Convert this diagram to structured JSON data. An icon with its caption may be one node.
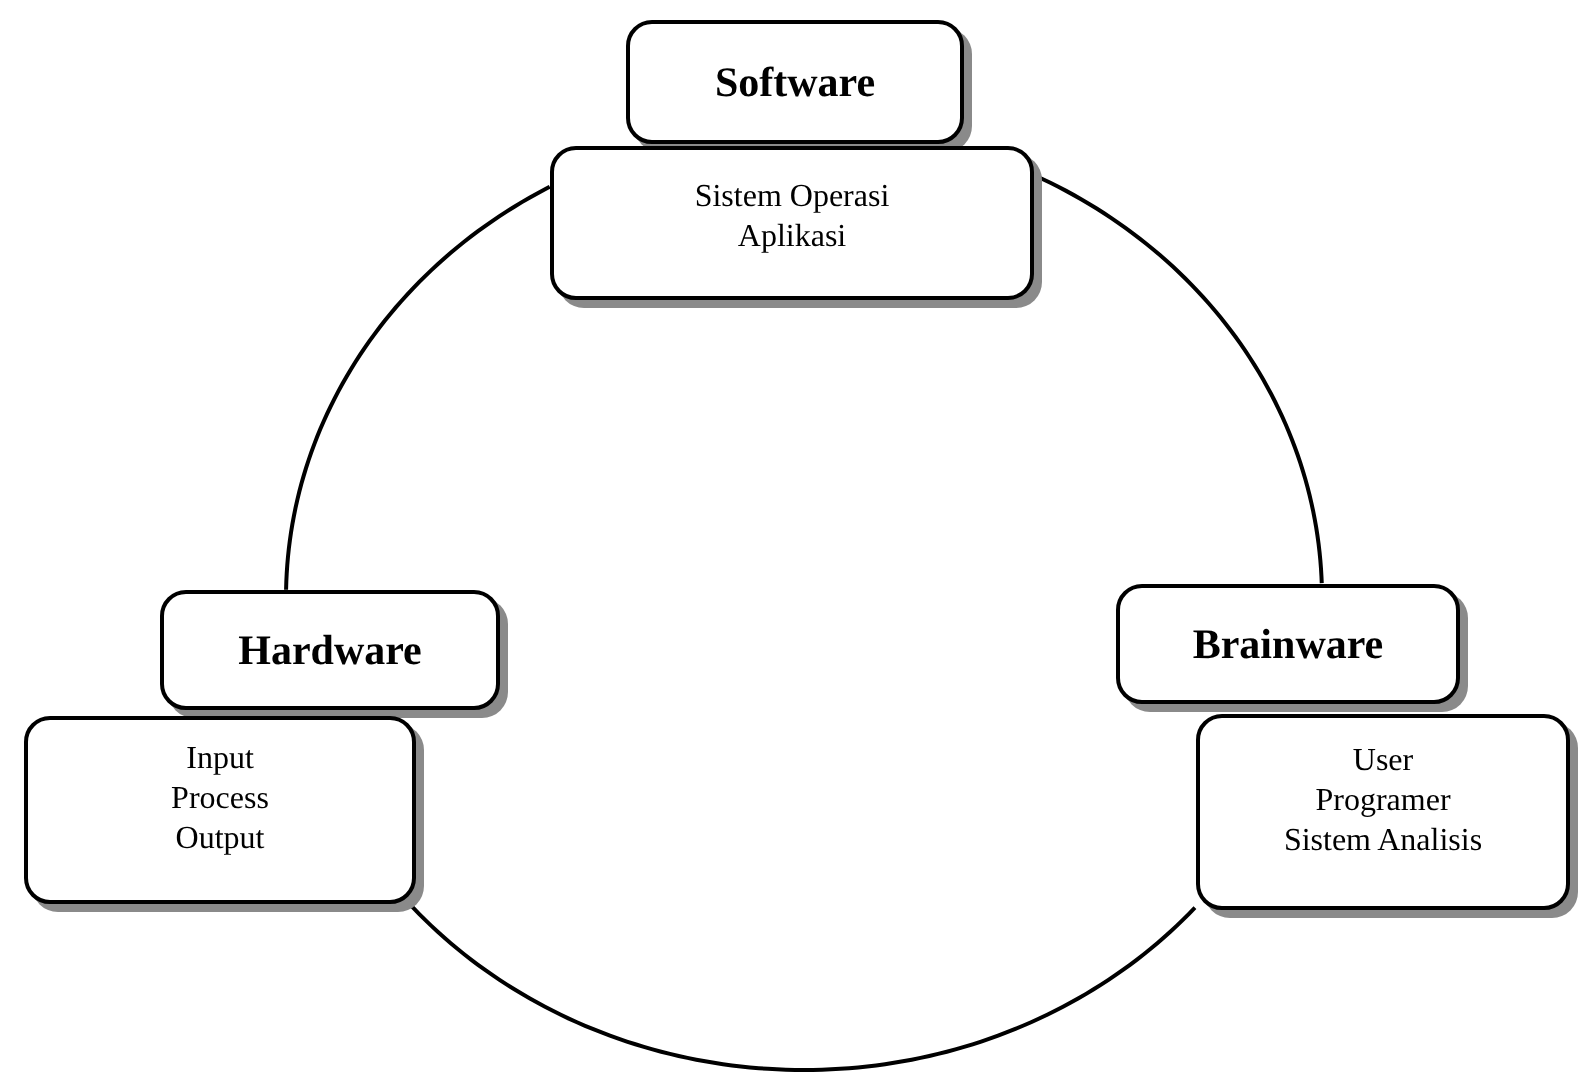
{
  "diagram": {
    "nodes": [
      {
        "text": [
          "Software"
        ]
      },
      {
        "text": [
          "Sistem Operasi",
          "Aplikasi"
        ]
      },
      {
        "text": [
          "Hardware"
        ]
      },
      {
        "text": [
          "Input",
          "Process",
          "Output"
        ]
      },
      {
        "text": [
          "Brainware"
        ]
      },
      {
        "text": [
          "User",
          "Programer",
          "Sistem Analisis"
        ]
      }
    ],
    "edges": [
      {
        "from": 1,
        "to": 4,
        "arrow": "none"
      },
      {
        "from": 5,
        "to": 3,
        "arrow": "none"
      },
      {
        "from": 2,
        "to": 1,
        "arrow": "none"
      }
    ]
  }
}
